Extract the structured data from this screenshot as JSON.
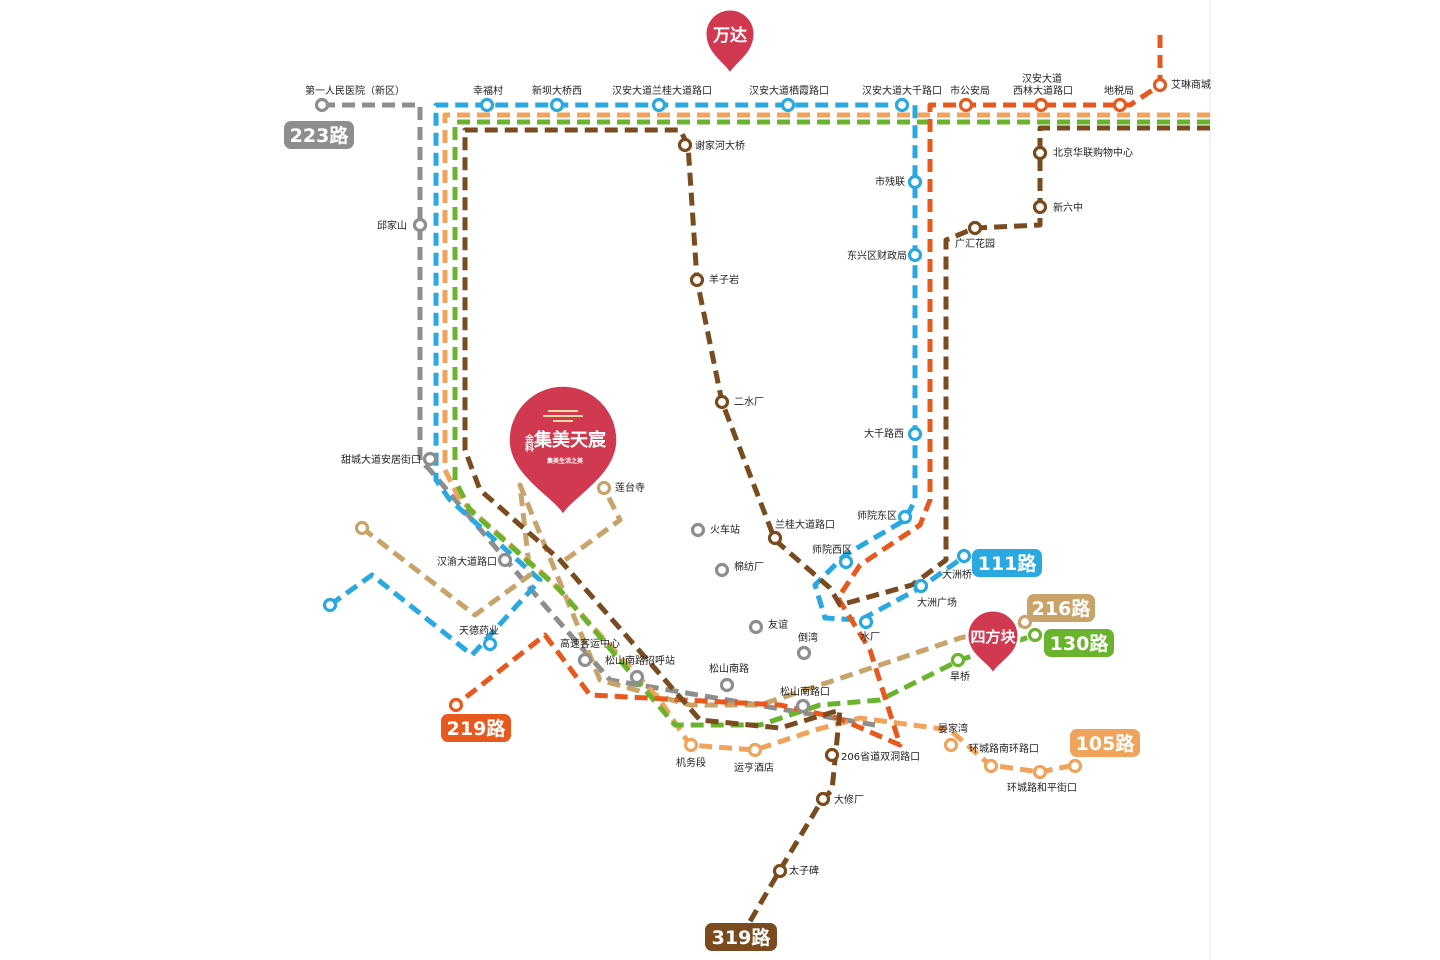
{
  "colors": {
    "route_111": "#2aa9e0",
    "route_219": "#e8591e",
    "route_216": "#c9a46a",
    "route_130": "#6ab42d",
    "route_105": "#f0a35a",
    "route_223": "#8e8e8e",
    "route_319": "#7a4b1e",
    "pin": "#d0394f"
  },
  "pins": {
    "wanda": "万达",
    "sifangkuai": "四方块",
    "project_brand_top": "金科",
    "project_name": "集美天宸",
    "project_slogan": "集美生活之美"
  },
  "routes": {
    "r223": "223路",
    "r111": "111路",
    "r216": "216路",
    "r130": "130路",
    "r219": "219路",
    "r105": "105路",
    "r319": "319路"
  },
  "stops": {
    "s01": "第一人民医院（新区）",
    "s02": "幸福村",
    "s03": "新坝大桥西",
    "s04": "汉安大道兰桂大道路口",
    "s05": "汉安大道栖霞路口",
    "s06": "汉安大道大千路口",
    "s07": "市公安局",
    "s08a": "汉安大道",
    "s08b": "西林大道路口",
    "s09": "地税局",
    "s10": "艾琳商城",
    "s11": "谢家河大桥",
    "s12": "北京华联购物中心",
    "s13": "市残联",
    "s14": "新六中",
    "s15": "邱家山",
    "s16": "广汇花园",
    "s17": "东兴区财政局",
    "s18": "羊子岩",
    "s19": "二水厂",
    "s20": "大千路西",
    "s21": "甜城大道安居街口",
    "s22": "莲台寺",
    "s23": "火车站",
    "s24": "兰桂大道路口",
    "s25": "师院东区",
    "s26": "师院西区",
    "s27": "汉渝大道路口",
    "s28": "棉纺厂",
    "s29": "大洲桥",
    "s30": "大洲广场",
    "s31": "天德药业",
    "s32": "友谊",
    "s33": "高速客运中心",
    "s34": "倒湾",
    "s35": "水厂",
    "s36": "松山南路招呼站",
    "s37": "松山南路",
    "s38": "旱桥",
    "s39": "松山南路口",
    "s40": "晏家湾",
    "s41": "环城路南环路口",
    "s42": "机务段",
    "s43": "206省道双洞路口",
    "s44": "运亨酒店",
    "s45": "环城路和平街口",
    "s46": "大修厂",
    "s47": "太子碑"
  }
}
